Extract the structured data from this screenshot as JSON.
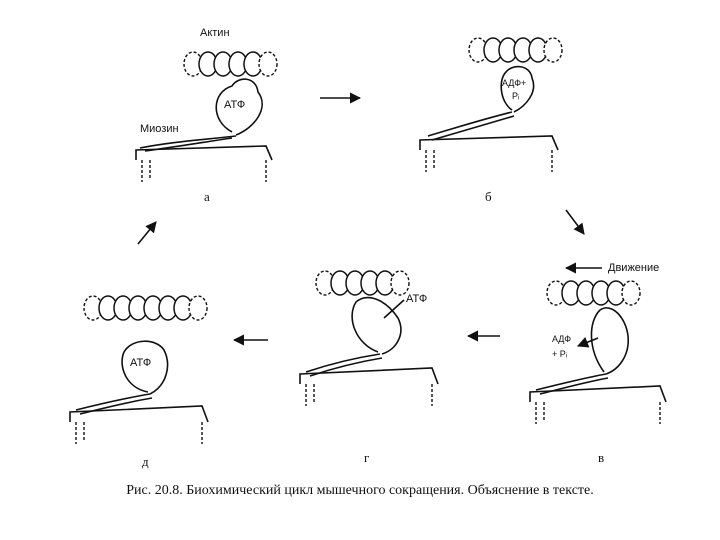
{
  "labels": {
    "actin": "Актин",
    "myosin": "Миозин",
    "atp": "АТФ",
    "adp_pi_line1": "АДФ+",
    "adp_pi_line2": "Pᵢ",
    "adp_line1": "АДФ",
    "adp_line2": "+ Pᵢ",
    "movement": "Движение"
  },
  "panels": {
    "a": "а",
    "b": "б",
    "v": "в",
    "g": "г",
    "d": "д"
  },
  "caption": "Рис. 20.8. Биохимический цикл мышечного сокращения. Объяснение в тексте."
}
